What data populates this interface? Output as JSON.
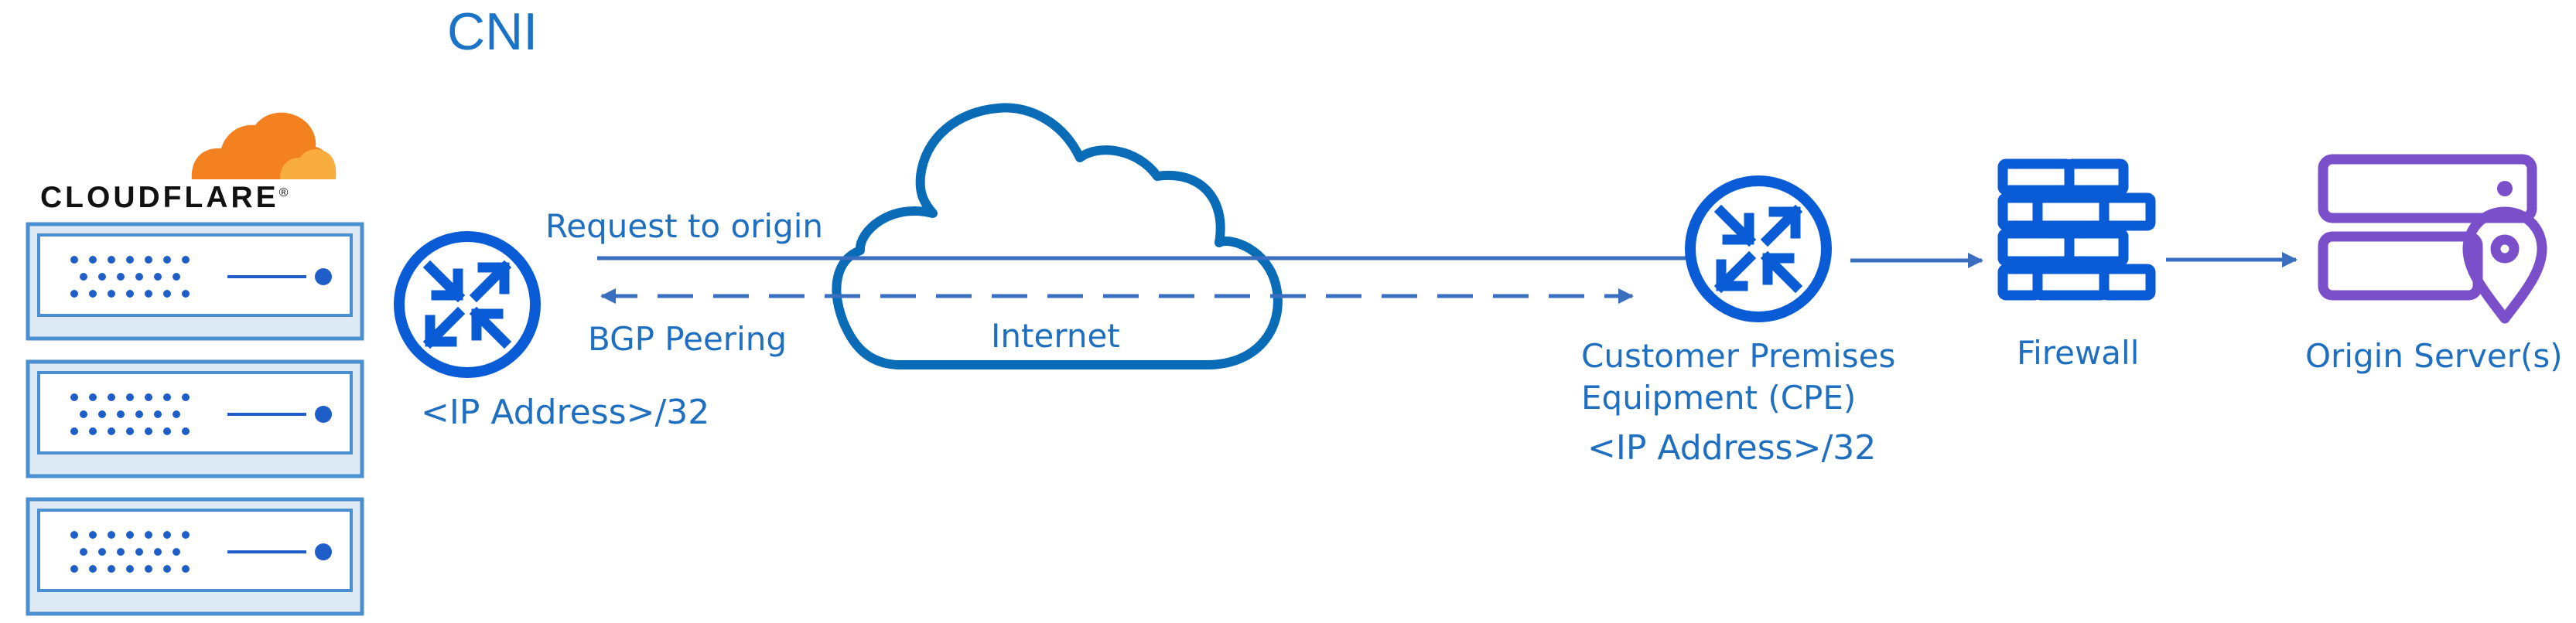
{
  "title": "CNI",
  "brand": "CLOUDFLARE",
  "brand_mark": "®",
  "labels": {
    "request": "Request to origin",
    "bgp": "BGP Peering",
    "internet": "Internet",
    "cf_ip": "<IP Address>/32",
    "cpe_line1": "Customer Premises",
    "cpe_line2": "Equipment (CPE)",
    "cpe_ip": "<IP Address>/32",
    "firewall": "Firewall",
    "origin": "Origin Server(s)"
  },
  "colors": {
    "primary": "#0a5bd6",
    "line": "#3a6fbf",
    "cloud": "#0a6bb7",
    "origin": "#7a4fc9",
    "cf_orange": "#f48120",
    "cf_orange_light": "#faad3f",
    "server_fill": "#ddeaf6",
    "server_stroke": "#4a8fd0"
  },
  "icons": [
    "cloudflare-logo",
    "server-icon",
    "router-icon",
    "cloud-icon",
    "firewall-icon",
    "origin-server-icon"
  ]
}
